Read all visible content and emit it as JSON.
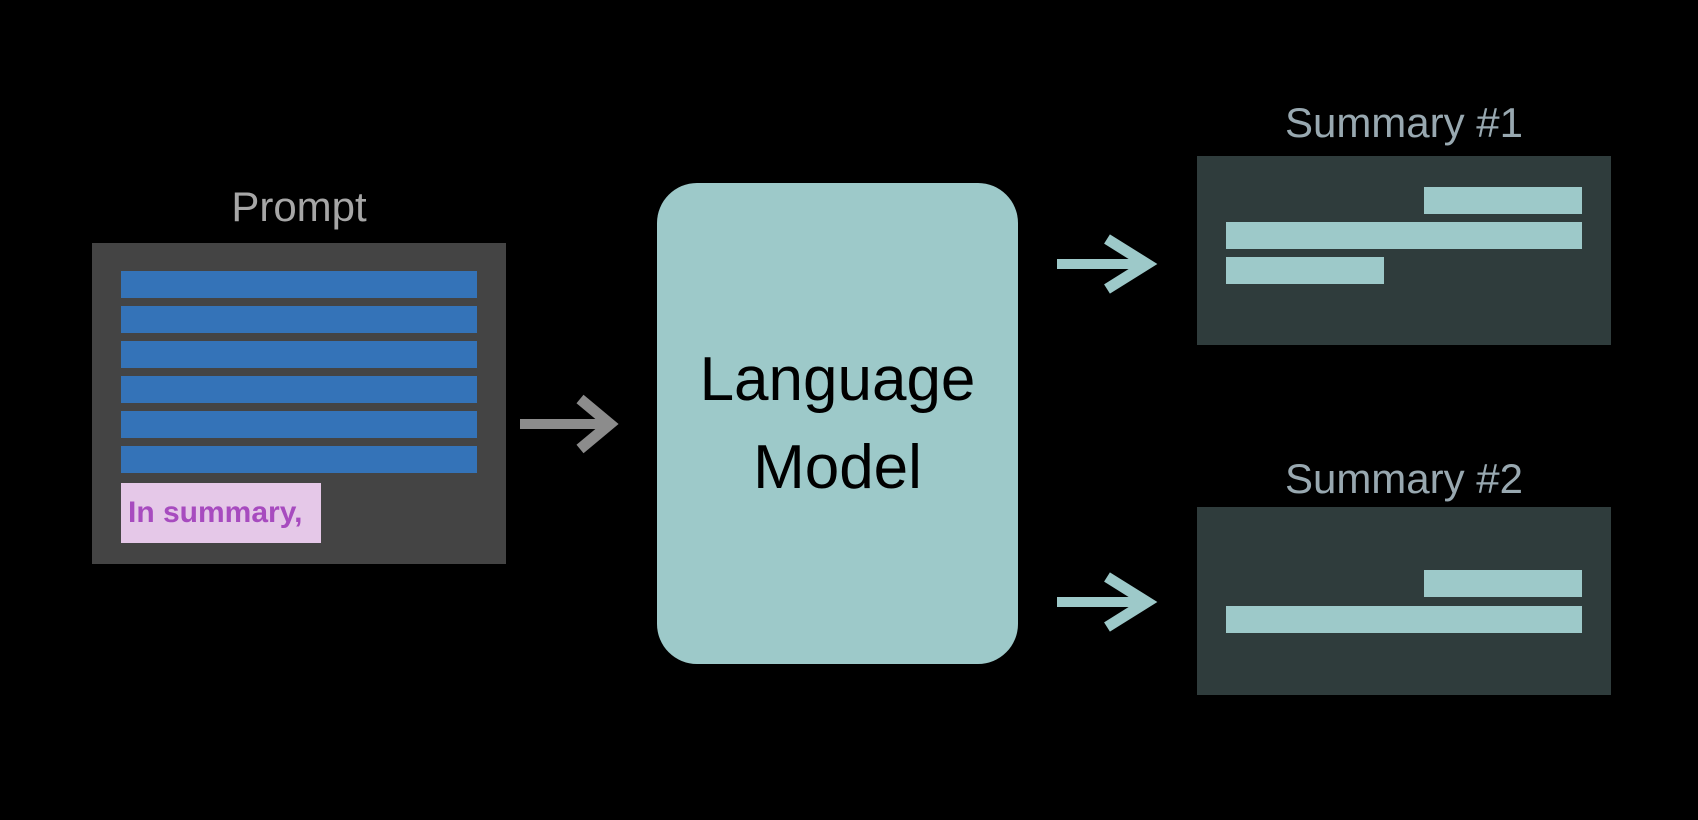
{
  "prompt": {
    "title": "Prompt",
    "highlight_text": "In summary,",
    "line_count": 6
  },
  "model": {
    "line1": "Language",
    "line2": "Model"
  },
  "summaries": [
    {
      "title": "Summary #1"
    },
    {
      "title": "Summary #2"
    }
  ],
  "colors": {
    "background": "#000000",
    "prompt_panel": "#444444",
    "prompt_lines": "#3473b8",
    "highlight_bg": "#e5c8e8",
    "highlight_text": "#a74bbf",
    "model_box": "#9dc9c9",
    "summary_panel": "#2f3c3c",
    "summary_lines": "#9dc9c9",
    "input_arrow": "#8c8c8c",
    "output_arrow": "#9dc9c9"
  }
}
